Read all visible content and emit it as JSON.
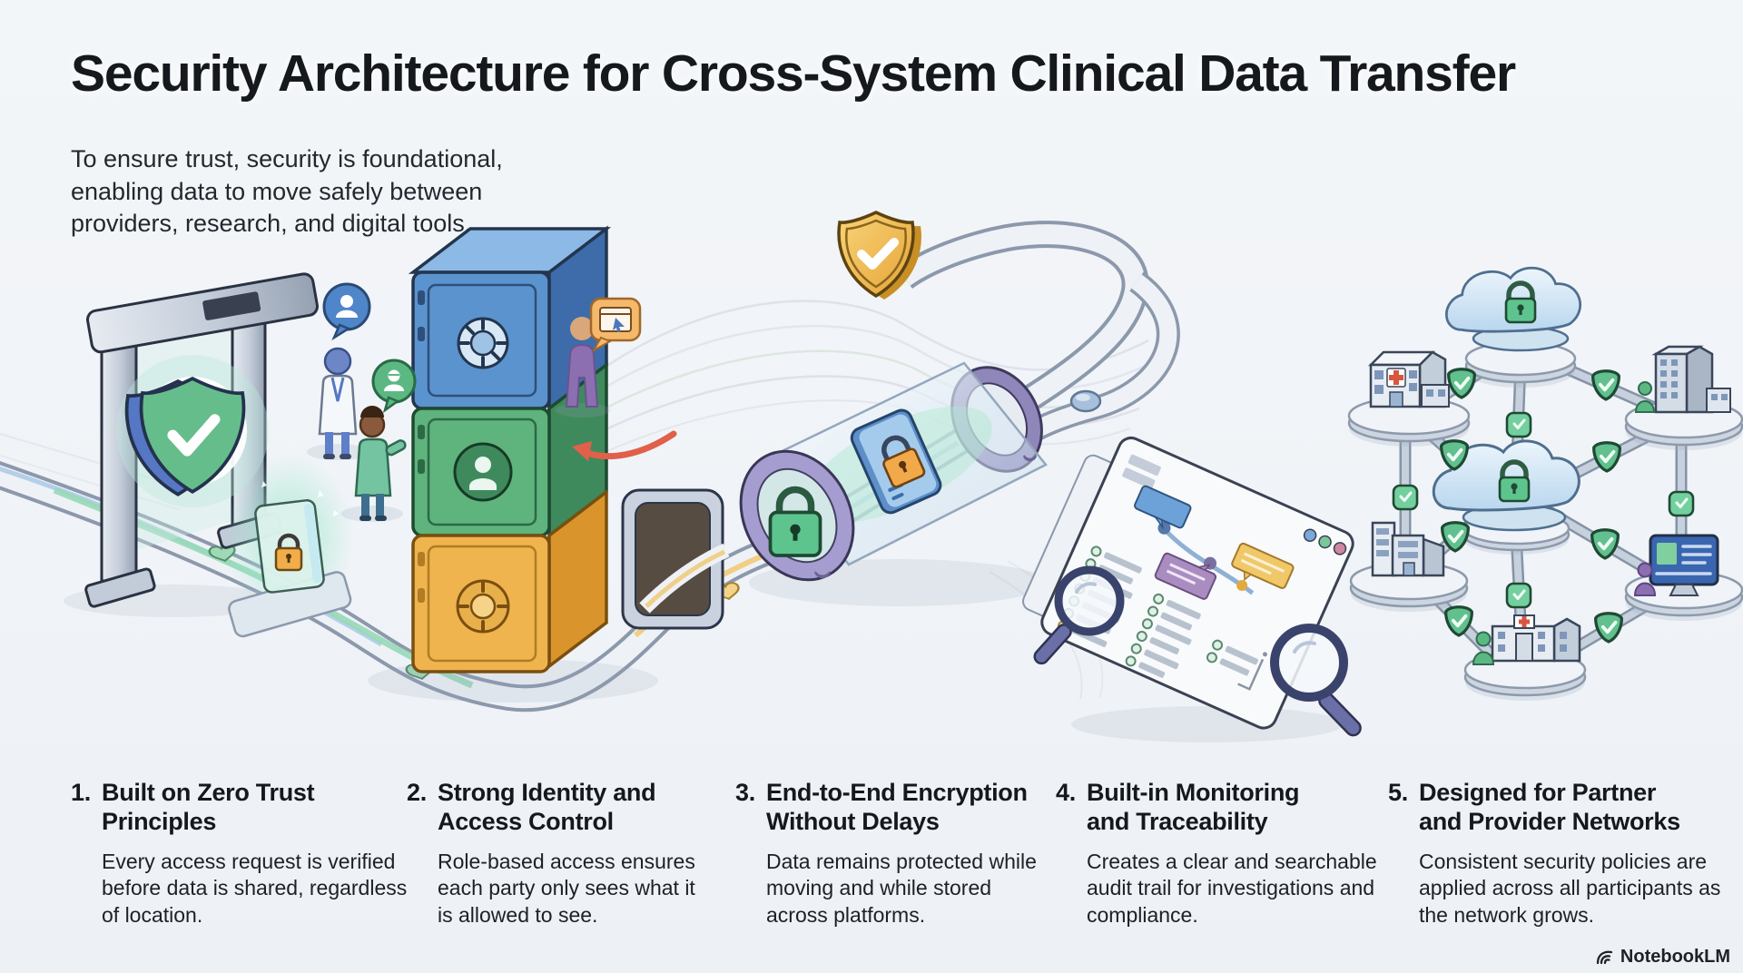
{
  "header": {
    "title": "Security Architecture for Cross-System Clinical Data Transfer",
    "subtitle": "To ensure trust, security is foundational, enabling data to move safely between providers, research, and digital tools."
  },
  "principles": [
    {
      "num": "1.",
      "heading": "Built on Zero Trust Principles",
      "body": "Every access request is verified before data is shared, regardless of location."
    },
    {
      "num": "2.",
      "heading": "Strong Identity and Access Control",
      "body": "Role-based access ensures each party only sees what it is allowed to see."
    },
    {
      "num": "3.",
      "heading": "End-to-End Encryption Without Delays",
      "body": "Data remains protected while moving and while stored across platforms."
    },
    {
      "num": "4.",
      "heading": "Built-in Monitoring and Traceability",
      "body": "Creates a clear and searchable audit trail for investigations and compliance."
    },
    {
      "num": "5.",
      "heading": "Designed for Partner and Provider Networks",
      "body": "Consistent security policies are applied across all participants as the network grows."
    }
  ],
  "watermark": {
    "label": "NotebookLM",
    "logo_icon": "notebooklm-logo-icon"
  },
  "illustration": {
    "elements": [
      "security-gate-with-shield-check",
      "verified-lock-panel-glowing",
      "stacked-vaults-blue-green-orange",
      "vault-tunnel-doorway",
      "clinician-with-doctor-speech-bubble",
      "clinician-with-id-speech-bubble",
      "patient-figure-with-browser-speech-bubble",
      "red-flow-arrow",
      "encrypted-transfer-tube-with-padlocks",
      "gold-shield-check-on-path",
      "audit-dashboard-with-timeline-callouts",
      "magnifier-left",
      "magnifier-right",
      "partner-network-grid-with-shield-links",
      "cloud-lock-top",
      "cloud-lock-center",
      "hospital-node",
      "office-node",
      "building-node",
      "monitor-node",
      "clinic-node",
      "data-heart-badges-on-conveyor"
    ],
    "colors": {
      "background": "#f1f4f8",
      "ink": "#15181d",
      "vault_blue": "#5b93cf",
      "vault_green": "#5fb37d",
      "vault_orange": "#f0b44e",
      "shield_green": "#66bd8c",
      "shield_gold": "#eeb445",
      "tube_purple": "#9e96c8",
      "lock_orange": "#f2a94a",
      "lock_green": "#5ec48e",
      "rail_gray": "#8c98ab",
      "callout_blue": "#6ca2d8",
      "callout_purple": "#a98cc0",
      "callout_yellow": "#f0c868",
      "figure_purple": "#8b6fb0",
      "cross_red": "#d95540"
    }
  }
}
